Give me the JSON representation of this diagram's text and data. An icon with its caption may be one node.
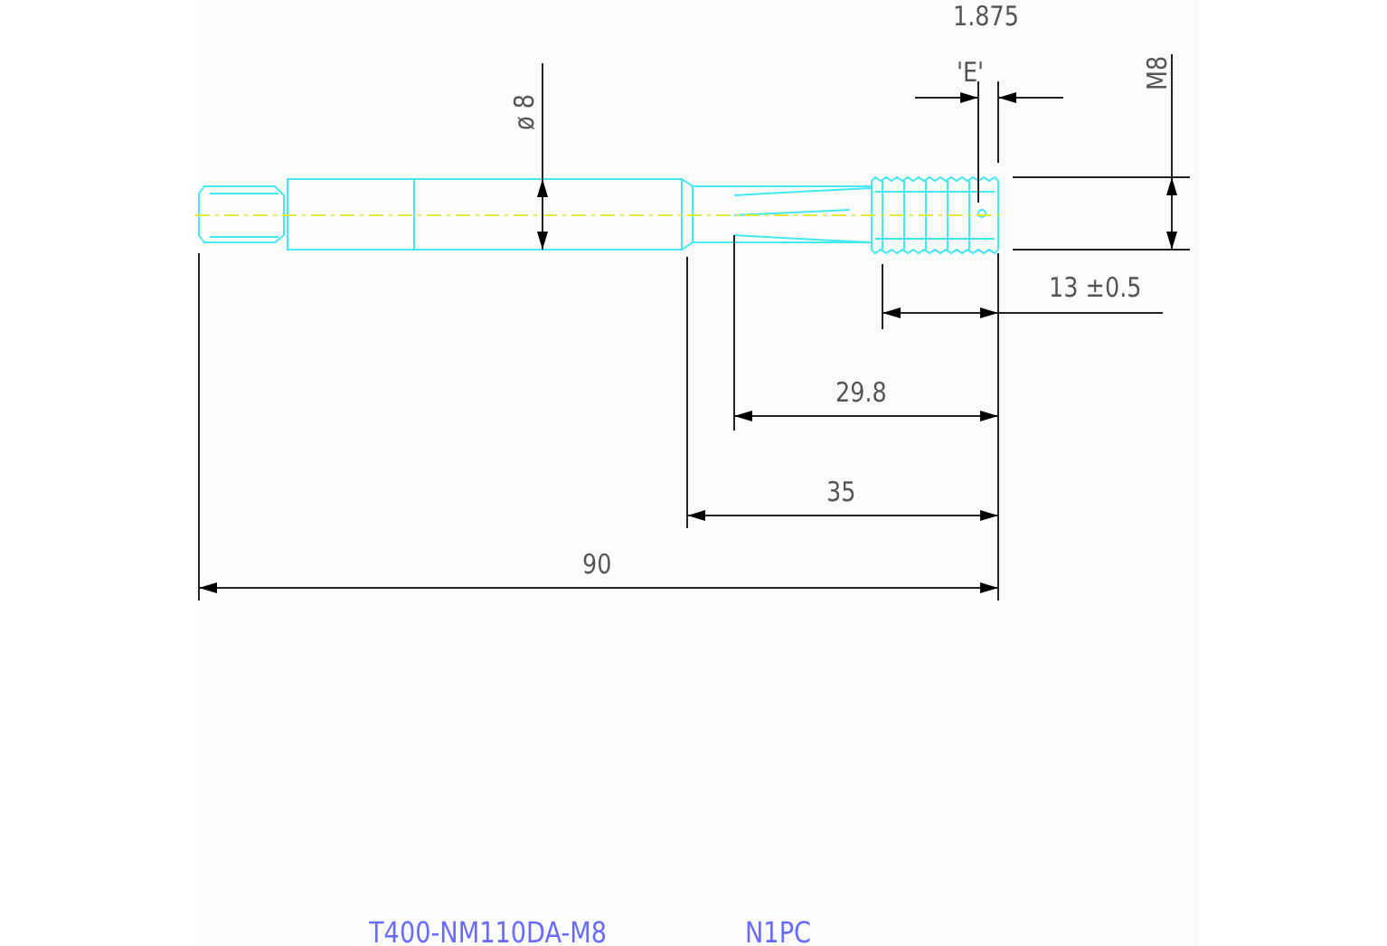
{
  "diagram": {
    "labels": [
      "1.875",
      "'E'",
      "M8",
      "ø 8",
      "13 ±0.5",
      "29.8",
      "35",
      "90",
      "T400-NM110DA-M8",
      "N1PC"
    ]
  }
}
